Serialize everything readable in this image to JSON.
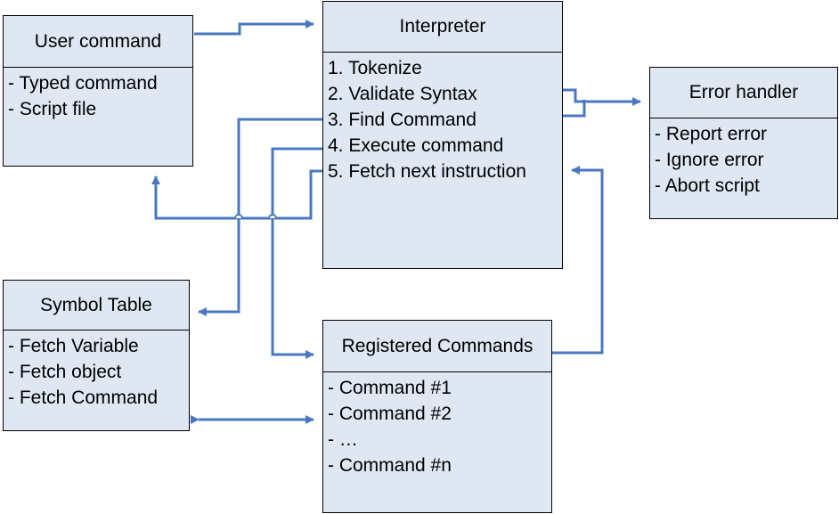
{
  "colors": {
    "box_fill": "#dfe7f3",
    "connector": "#4a78c0",
    "border": "#000000"
  },
  "user_command": {
    "title": "User command",
    "items": [
      "- Typed command",
      "- Script file"
    ]
  },
  "interpreter": {
    "title": "Interpreter",
    "items": [
      "1. Tokenize",
      "2. Validate Syntax",
      "3. Find Command",
      "4. Execute command",
      "5. Fetch next instruction"
    ]
  },
  "error_handler": {
    "title": "Error handler",
    "items": [
      "- Report error",
      "- Ignore error",
      "- Abort script"
    ]
  },
  "symbol_table": {
    "title": "Symbol Table",
    "items": [
      "- Fetch Variable",
      "- Fetch object",
      "- Fetch Command"
    ]
  },
  "registered_commands": {
    "title": "Registered Commands",
    "items": [
      "- Command #1",
      "- Command #2",
      "- …",
      "- Command #n"
    ]
  }
}
